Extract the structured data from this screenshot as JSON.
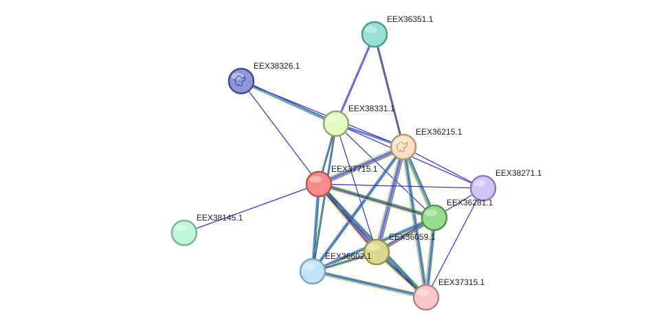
{
  "network": {
    "nodes": [
      {
        "id": "EEX36351.1",
        "label": "EEX36351.1",
        "fill": "#96e0d6",
        "stroke": "#4d9a93",
        "structure": false
      },
      {
        "id": "EEX38326.1",
        "label": "EEX38326.1",
        "fill": "#8f97dc",
        "stroke": "#3f4a8c",
        "structure": true
      },
      {
        "id": "EEX38331.1",
        "label": "EEX38331.1",
        "fill": "#e2fbbf",
        "stroke": "#90a86a",
        "structure": false
      },
      {
        "id": "EEX36215.1",
        "label": "EEX36215.1",
        "fill": "#fbe0c4",
        "stroke": "#b59470",
        "structure": true
      },
      {
        "id": "EEX37715.1",
        "label": "EEX37715.1",
        "fill": "#fb8a8a",
        "stroke": "#b45454",
        "structure": false
      },
      {
        "id": "EEX38271.1",
        "label": "EEX38271.1",
        "fill": "#d3c4f8",
        "stroke": "#8a7bb8",
        "structure": false
      },
      {
        "id": "EEX36281.1",
        "label": "EEX36281.1",
        "fill": "#97dc8c",
        "stroke": "#52964a",
        "structure": false
      },
      {
        "id": "EEX38145.1",
        "label": "EEX38145.1",
        "fill": "#bff6d7",
        "stroke": "#78b596",
        "structure": false
      },
      {
        "id": "EEX36059.1",
        "label": "EEX36059.1",
        "fill": "#dcd98e",
        "stroke": "#989450",
        "structure": false
      },
      {
        "id": "EEX36602.1",
        "label": "EEX36602.1",
        "fill": "#c0e4f8",
        "stroke": "#7ca5bc",
        "structure": false
      },
      {
        "id": "EEX37315.1",
        "label": "EEX37315.1",
        "fill": "#f9c7c8",
        "stroke": "#b88284",
        "structure": false
      }
    ],
    "edges": [
      {
        "source": "EEX36351.1",
        "target": "EEX38331.1",
        "colors": [
          "#2a2af0",
          "#4a4ad8"
        ]
      },
      {
        "source": "EEX36351.1",
        "target": "EEX36215.1",
        "colors": [
          "#2a2af0",
          "#404040"
        ]
      },
      {
        "source": "EEX38326.1",
        "target": "EEX38331.1",
        "colors": [
          "#2a2af0",
          "#22a022",
          "#3a8ad0"
        ]
      },
      {
        "source": "EEX38326.1",
        "target": "EEX36215.1",
        "colors": [
          "#2a2af0"
        ]
      },
      {
        "source": "EEX38326.1",
        "target": "EEX37715.1",
        "colors": [
          "#2a2af0"
        ]
      },
      {
        "source": "EEX38331.1",
        "target": "EEX36215.1",
        "colors": [
          "#2a2af0",
          "#3a8ad0"
        ]
      },
      {
        "source": "EEX38331.1",
        "target": "EEX37715.1",
        "colors": [
          "#2a2af0",
          "#22a022"
        ]
      },
      {
        "source": "EEX38331.1",
        "target": "EEX38271.1",
        "colors": [
          "#2a2af0"
        ]
      },
      {
        "source": "EEX38331.1",
        "target": "EEX36281.1",
        "colors": [
          "#2a2af0"
        ]
      },
      {
        "source": "EEX38331.1",
        "target": "EEX36059.1",
        "colors": [
          "#2a2af0"
        ]
      },
      {
        "source": "EEX38331.1",
        "target": "EEX36602.1",
        "colors": [
          "#2a2af0",
          "#22a022"
        ]
      },
      {
        "source": "EEX36215.1",
        "target": "EEX37715.1",
        "colors": [
          "#22a022",
          "#d040d0",
          "#2a2af0",
          "#3a8ad0",
          "#c8d060"
        ]
      },
      {
        "source": "EEX36215.1",
        "target": "EEX38271.1",
        "colors": [
          "#2a2af0"
        ]
      },
      {
        "source": "EEX36215.1",
        "target": "EEX36281.1",
        "colors": [
          "#2a2af0",
          "#22a022",
          "#3a8ad0",
          "#c8d060"
        ]
      },
      {
        "source": "EEX36215.1",
        "target": "EEX36059.1",
        "colors": [
          "#22a022",
          "#d040d0",
          "#2a2af0",
          "#3a8ad0",
          "#c8d060"
        ]
      },
      {
        "source": "EEX36215.1",
        "target": "EEX36602.1",
        "colors": [
          "#22a022",
          "#2a2af0",
          "#3a8ad0"
        ]
      },
      {
        "source": "EEX36215.1",
        "target": "EEX37315.1",
        "colors": [
          "#22a022",
          "#2a2af0",
          "#3a8ad0",
          "#c8d060"
        ]
      },
      {
        "source": "EEX37715.1",
        "target": "EEX38145.1",
        "colors": [
          "#2a2af0"
        ]
      },
      {
        "source": "EEX37715.1",
        "target": "EEX38271.1",
        "colors": [
          "#2a2af0"
        ]
      },
      {
        "source": "EEX37715.1",
        "target": "EEX36281.1",
        "colors": [
          "#22a022",
          "#404040",
          "#2a2af0",
          "#c8d060"
        ]
      },
      {
        "source": "EEX37715.1",
        "target": "EEX36059.1",
        "colors": [
          "#22a022",
          "#d040d0",
          "#2a2af0",
          "#404040",
          "#c8d060"
        ]
      },
      {
        "source": "EEX37715.1",
        "target": "EEX36602.1",
        "colors": [
          "#22a022",
          "#2a2af0",
          "#3a8ad0"
        ]
      },
      {
        "source": "EEX37715.1",
        "target": "EEX37315.1",
        "colors": [
          "#22a022",
          "#2a2af0",
          "#3a8ad0",
          "#404040"
        ]
      },
      {
        "source": "EEX38271.1",
        "target": "EEX36281.1",
        "colors": [
          "#2a2af0"
        ]
      },
      {
        "source": "EEX38271.1",
        "target": "EEX37315.1",
        "colors": [
          "#2a2af0"
        ]
      },
      {
        "source": "EEX36281.1",
        "target": "EEX36059.1",
        "colors": [
          "#22a022",
          "#d040d0",
          "#2a2af0",
          "#c8d060"
        ]
      },
      {
        "source": "EEX36281.1",
        "target": "EEX36602.1",
        "colors": [
          "#22a022",
          "#2a2af0",
          "#3a8ad0"
        ]
      },
      {
        "source": "EEX36281.1",
        "target": "EEX37315.1",
        "colors": [
          "#22a022",
          "#2a2af0",
          "#3a8ad0",
          "#c8d060"
        ]
      },
      {
        "source": "EEX36059.1",
        "target": "EEX36602.1",
        "colors": [
          "#22a022",
          "#2a2af0",
          "#c8d060"
        ]
      },
      {
        "source": "EEX36059.1",
        "target": "EEX37315.1",
        "colors": [
          "#22a022",
          "#2a2af0",
          "#404040",
          "#c8d060"
        ]
      },
      {
        "source": "EEX36602.1",
        "target": "EEX37315.1",
        "colors": [
          "#22a022",
          "#2a2af0",
          "#3a8ad0",
          "#c8d060"
        ]
      }
    ]
  }
}
